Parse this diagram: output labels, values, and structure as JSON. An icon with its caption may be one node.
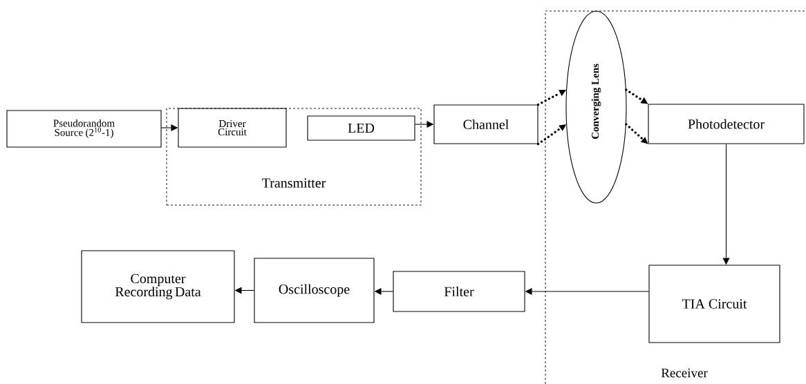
{
  "diagram": {
    "nodes": [
      {
        "text": [
          "Transmitter"
        ]
      },
      {
        "text": [
          "Pseudorandom Source (2$^{10}$-1)"
        ]
      },
      {
        "text": [
          "Driver Circuit"
        ],
        "in": 0
      },
      {
        "text": [
          "LED"
        ],
        "in": 0
      },
      {
        "text": [
          "Channel"
        ]
      },
      {
        "text": [
          "Receiver"
        ]
      },
      {
        "text": [
          "Converging Lens"
        ],
        "in": 5
      },
      {
        "text": [
          "Photodetector"
        ],
        "in": 5
      },
      {
        "text": [
          "TIA Circuit"
        ],
        "in": 5
      },
      {
        "text": [
          "Filter"
        ]
      },
      {
        "text": [
          "Oscilloscope"
        ]
      },
      {
        "text": [
          "Computer Recording Data"
        ]
      }
    ],
    "edges": [
      {
        "from": 1,
        "to": 2,
        "arrow": "to"
      },
      {
        "from": 3,
        "to": 4,
        "arrow": "to"
      },
      {
        "from": 4,
        "to": 6,
        "arrow": "to",
        "style": "dashed"
      },
      {
        "from": 4,
        "to": 6,
        "arrow": "to",
        "style": "dashed"
      },
      {
        "from": 6,
        "to": 7,
        "arrow": "to",
        "style": "dashed"
      },
      {
        "from": 6,
        "to": 7,
        "arrow": "to",
        "style": "dashed"
      },
      {
        "from": 7,
        "to": 8,
        "arrow": "to"
      },
      {
        "from": 8,
        "to": 9,
        "arrow": "to"
      },
      {
        "from": 9,
        "to": 10,
        "arrow": "to"
      },
      {
        "from": 10,
        "to": 11,
        "arrow": "to"
      }
    ]
  }
}
